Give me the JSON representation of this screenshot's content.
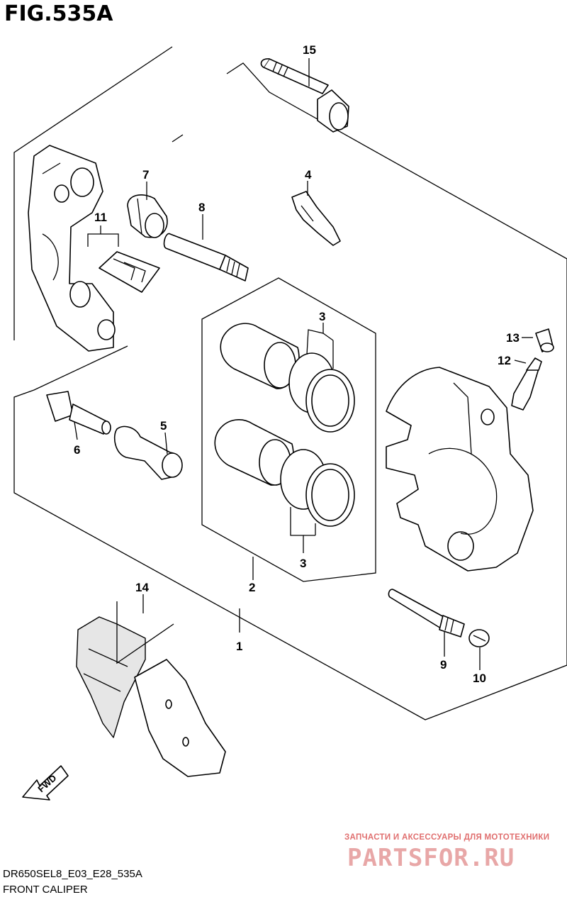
{
  "figure": {
    "title": "FIG.535A",
    "code": "DR650SEL8_E03_E28_535A",
    "name": "FRONT CALIPER"
  },
  "callouts": {
    "c1": "1",
    "c2": "2",
    "c3a": "3",
    "c3b": "3",
    "c4": "4",
    "c5": "5",
    "c6": "6",
    "c7": "7",
    "c8": "8",
    "c9": "9",
    "c10": "10",
    "c11": "11",
    "c12": "12",
    "c13": "13",
    "c14": "14",
    "c15": "15"
  },
  "fwd_label": "FWD",
  "watermark": {
    "line": "ЗАПЧАСТИ И АКСЕССУАРЫ ДЛЯ МОТОТЕХНИКИ",
    "logo": "PARTSFOR.RU"
  }
}
